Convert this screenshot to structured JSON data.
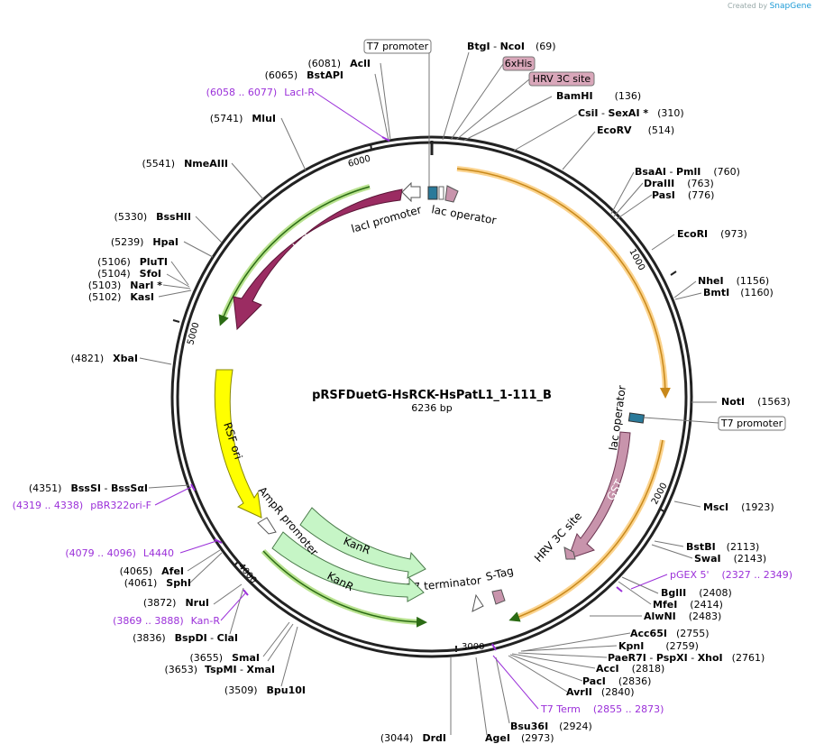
{
  "plasmid": {
    "name": "pRSFDuetG-HsRCK-HsPatL1_1-111_B",
    "length": "6236 bp"
  },
  "credit": {
    "prefix": "Created by",
    "brand": "SnapGene"
  },
  "ticks": [
    "1000",
    "2000",
    "3000",
    "4000",
    "5000",
    "6000"
  ],
  "sites": [
    {
      "name": "BtgI",
      "pos": "(69)",
      "extra_name": "NcoI"
    },
    {
      "name": "BamHI",
      "pos": "(136)"
    },
    {
      "name": "CsiI",
      "pos": "(310)",
      "extra_name": "SexAI *"
    },
    {
      "name": "EcoRV",
      "pos": "(514)"
    },
    {
      "name": "BsaAI",
      "pos": "(760)",
      "extra_name": "PmlI"
    },
    {
      "name": "DraIII",
      "pos": "(763)"
    },
    {
      "name": "PasI",
      "pos": "(776)"
    },
    {
      "name": "EcoRI",
      "pos": "(973)"
    },
    {
      "name": "NheI",
      "pos": "(1156)"
    },
    {
      "name": "BmtI",
      "pos": "(1160)"
    },
    {
      "name": "NotI",
      "pos": "(1563)"
    },
    {
      "name": "MscI",
      "pos": "(1923)"
    },
    {
      "name": "BstBI",
      "pos": "(2113)"
    },
    {
      "name": "SwaI",
      "pos": "(2143)"
    },
    {
      "name": "BglII",
      "pos": "(2408)"
    },
    {
      "name": "MfeI",
      "pos": "(2414)"
    },
    {
      "name": "AlwNI",
      "pos": "(2483)"
    },
    {
      "name": "Acc65I",
      "pos": "(2755)"
    },
    {
      "name": "KpnI",
      "pos": "(2759)"
    },
    {
      "name": "PaeR7I",
      "pos": "(2761)",
      "extra_name": "PspXI",
      "extra_name2": "XhoI"
    },
    {
      "name": "AccI",
      "pos": "(2818)"
    },
    {
      "name": "PacI",
      "pos": "(2836)"
    },
    {
      "name": "AvrII",
      "pos": "(2840)"
    },
    {
      "name": "Bsu36I",
      "pos": "(2924)"
    },
    {
      "name": "AgeI",
      "pos": "(2973)"
    },
    {
      "name": "DrdI",
      "pos": "(3044)"
    },
    {
      "name": "Bpu10I",
      "pos": "(3509)"
    },
    {
      "name": "TspMI",
      "pos": "(3653)",
      "extra_name": "XmaI"
    },
    {
      "name": "SmaI",
      "pos": "(3655)"
    },
    {
      "name": "BspDI",
      "pos": "(3836)",
      "extra_name": "ClaI"
    },
    {
      "name": "NruI",
      "pos": "(3872)"
    },
    {
      "name": "SphI",
      "pos": "(4061)"
    },
    {
      "name": "AfeI",
      "pos": "(4065)"
    },
    {
      "name": "BssSI",
      "pos": "(4351)",
      "extra_name": "BssSαI"
    },
    {
      "name": "XbaI",
      "pos": "(4821)"
    },
    {
      "name": "KasI",
      "pos": "(5102)"
    },
    {
      "name": "NarI *",
      "pos": "(5103)"
    },
    {
      "name": "SfoI",
      "pos": "(5104)"
    },
    {
      "name": "PluTI",
      "pos": "(5106)"
    },
    {
      "name": "HpaI",
      "pos": "(5239)"
    },
    {
      "name": "BssHII",
      "pos": "(5330)"
    },
    {
      "name": "NmeAIII",
      "pos": "(5541)"
    },
    {
      "name": "MluI",
      "pos": "(5741)"
    },
    {
      "name": "BstAPI",
      "pos": "(6065)"
    },
    {
      "name": "AclI",
      "pos": "(6081)"
    }
  ],
  "primers": [
    {
      "range": "(6058 .. 6077)",
      "name": "LacI-R"
    },
    {
      "range": "(2327 .. 2349)",
      "name": "pGEX 5'"
    },
    {
      "range": "(2855 .. 2873)",
      "name": "T7 Term"
    },
    {
      "range": "(3869 .. 3888)",
      "name": "Kan-R"
    },
    {
      "range": "(4079 .. 4096)",
      "name": "L4440"
    },
    {
      "range": "(4319 .. 4338)",
      "name": "pBR322ori-F"
    }
  ],
  "boxed_labels": {
    "t7_promoter_top": "T7 promoter",
    "his6": "6xHis",
    "hrv_top": "HRV 3C site",
    "t7_promoter_right": "T7 promoter"
  },
  "features": {
    "lacI": "lacI",
    "lacI_promoter": "lacI promoter",
    "lac_operator_top": "lac operator",
    "lac_operator_right": "lac operator",
    "GST": "GST",
    "hrv_inner": "HRV 3C site",
    "S_tag": "S-Tag",
    "t7_terminator": "T7 terminator",
    "KanR_1": "KanR",
    "KanR_2": "KanR",
    "AmpR_promoter": "AmpR promoter",
    "RSF_ori": "RSF ori"
  },
  "colors": {
    "lacI": "#9b2c62",
    "GST": "#c894ac",
    "RSF_ori": "#ffff00",
    "KanR": "#c6f5c6",
    "orf_orange": "#f5b041",
    "orf_green": "#7cc63a",
    "primer": "#9b30d9",
    "lac_operator": "#2a7a9a",
    "boxed_tag": "#d9a7ba"
  }
}
